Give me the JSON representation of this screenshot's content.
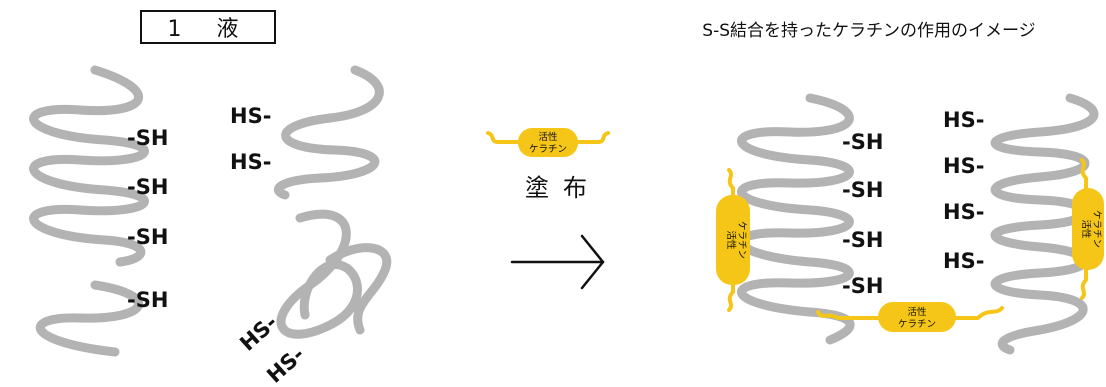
{
  "labels": {
    "solution_box": "1 液",
    "title": "S-S結合を持ったケラチンの作用のイメージ",
    "apply": "塗布",
    "thiol_right": "-SH",
    "thiol_left": "HS-",
    "keratin_line1": "活性",
    "keratin_line2": "ケラチン"
  },
  "colors": {
    "coil": "#b3b3b3",
    "keratin": "#f5c518",
    "text": "#111111"
  }
}
